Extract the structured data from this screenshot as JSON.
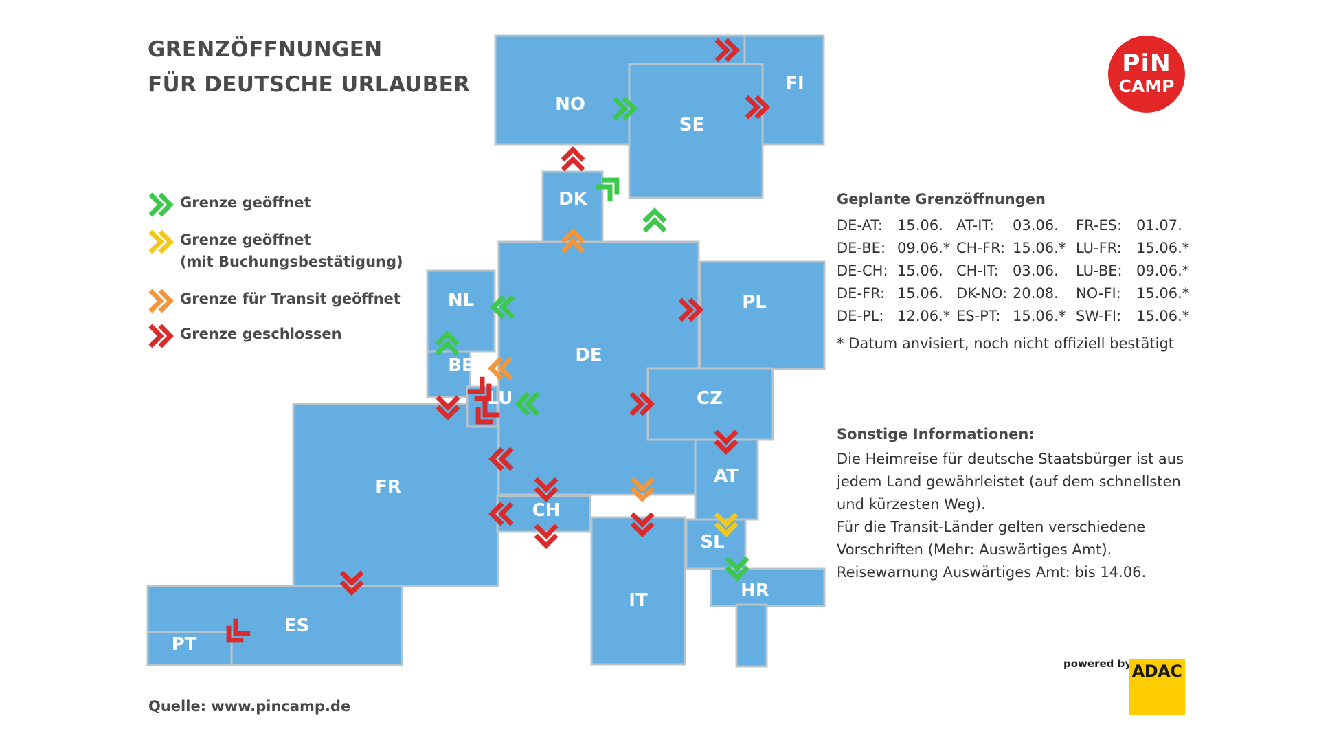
{
  "title": {
    "line1": "GRENZÖFFNUNGEN",
    "line2": "FÜR DEUTSCHE URLAUBER"
  },
  "colors": {
    "map_fill": "#65aee2",
    "map_stroke": "#b8c4cc",
    "open": "#3cc84a",
    "booking": "#f2c81a",
    "transit": "#f2963c",
    "closed": "#d92b2b"
  },
  "legend": [
    {
      "status": "open",
      "text": "Grenze geöffnet",
      "icon": "double-chevron-right-icon"
    },
    {
      "status": "booking",
      "text": "Grenze geöffnet",
      "text2": "(mit Buchungsbestätigung)",
      "icon": "double-chevron-right-icon"
    },
    {
      "status": "transit",
      "text": "Grenze für Transit geöffnet",
      "icon": "double-chevron-right-icon"
    },
    {
      "status": "closed",
      "text": "Grenze geschlossen",
      "icon": "double-chevron-right-icon"
    }
  ],
  "countries": [
    {
      "code": "NO",
      "label": "NO"
    },
    {
      "code": "SE",
      "label": "SE"
    },
    {
      "code": "FI",
      "label": "FI"
    },
    {
      "code": "DK",
      "label": "DK"
    },
    {
      "code": "NL",
      "label": "NL"
    },
    {
      "code": "DE",
      "label": "DE"
    },
    {
      "code": "PL",
      "label": "PL"
    },
    {
      "code": "BE",
      "label": "BE"
    },
    {
      "code": "LU",
      "label": "LU"
    },
    {
      "code": "CZ",
      "label": "CZ"
    },
    {
      "code": "FR",
      "label": "FR"
    },
    {
      "code": "AT",
      "label": "AT"
    },
    {
      "code": "CH",
      "label": "CH"
    },
    {
      "code": "SL",
      "label": "SL"
    },
    {
      "code": "HR",
      "label": "HR"
    },
    {
      "code": "IT",
      "label": "IT"
    },
    {
      "code": "ES",
      "label": "ES"
    },
    {
      "code": "PT",
      "label": "PT"
    }
  ],
  "borders": [
    {
      "from": "FI",
      "to": "NO",
      "status": "closed",
      "direction": "right"
    },
    {
      "from": "NO",
      "to": "SE",
      "status": "open",
      "direction": "right"
    },
    {
      "from": "SE",
      "to": "FI",
      "status": "closed",
      "direction": "right"
    },
    {
      "from": "DK",
      "to": "NO",
      "status": "closed",
      "direction": "up"
    },
    {
      "from": "DK",
      "to": "SE",
      "status": "open",
      "direction": "up-right"
    },
    {
      "from": "DE",
      "to": "SE",
      "status": "open",
      "direction": "up"
    },
    {
      "from": "DE",
      "to": "DK",
      "status": "transit",
      "direction": "up"
    },
    {
      "from": "DE",
      "to": "NL",
      "status": "open",
      "direction": "left"
    },
    {
      "from": "DE",
      "to": "PL",
      "status": "closed",
      "direction": "right"
    },
    {
      "from": "BE",
      "to": "NL",
      "status": "open",
      "direction": "up"
    },
    {
      "from": "DE",
      "to": "BE",
      "status": "transit",
      "direction": "left"
    },
    {
      "from": "BE",
      "to": "LU",
      "status": "closed",
      "direction": "down-right"
    },
    {
      "from": "BE",
      "to": "FR",
      "status": "closed",
      "direction": "down"
    },
    {
      "from": "DE",
      "to": "LU",
      "status": "open",
      "direction": "left"
    },
    {
      "from": "LU",
      "to": "FR",
      "status": "closed",
      "direction": "down-left"
    },
    {
      "from": "DE",
      "to": "CZ",
      "status": "closed",
      "direction": "right"
    },
    {
      "from": "CZ",
      "to": "AT",
      "status": "closed",
      "direction": "down"
    },
    {
      "from": "DE",
      "to": "FR",
      "status": "closed",
      "direction": "left"
    },
    {
      "from": "DE",
      "to": "CH",
      "status": "closed",
      "direction": "down"
    },
    {
      "from": "DE",
      "to": "AT",
      "status": "transit",
      "direction": "down"
    },
    {
      "from": "CH",
      "to": "FR",
      "status": "closed",
      "direction": "left"
    },
    {
      "from": "CH",
      "to": "IT",
      "status": "closed",
      "direction": "down"
    },
    {
      "from": "AT",
      "to": "IT",
      "status": "closed",
      "direction": "down"
    },
    {
      "from": "AT",
      "to": "SL",
      "status": "booking",
      "direction": "down"
    },
    {
      "from": "SL",
      "to": "HR",
      "status": "open",
      "direction": "down"
    },
    {
      "from": "FR",
      "to": "ES",
      "status": "closed",
      "direction": "down"
    },
    {
      "from": "ES",
      "to": "PT",
      "status": "closed",
      "direction": "down-left"
    }
  ],
  "planned": {
    "title": "Geplante Grenzöffnungen",
    "columns": [
      [
        {
          "code": "DE-AT:",
          "date": "15.06."
        },
        {
          "code": "DE-BE:",
          "date": "09.06.*"
        },
        {
          "code": "DE-CH:",
          "date": "15.06."
        },
        {
          "code": "DE-FR:",
          "date": "15.06."
        },
        {
          "code": "DE-PL:",
          "date": "12.06.*"
        }
      ],
      [
        {
          "code": "AT-IT:",
          "date": "03.06."
        },
        {
          "code": "CH-FR:",
          "date": "15.06.*"
        },
        {
          "code": "CH-IT:",
          "date": "03.06."
        },
        {
          "code": "DK-NO:",
          "date": "20.08."
        },
        {
          "code": "ES-PT:",
          "date": "15.06.*"
        }
      ],
      [
        {
          "code": "FR-ES:",
          "date": "01.07."
        },
        {
          "code": "LU-FR:",
          "date": "15.06.*"
        },
        {
          "code": "LU-BE:",
          "date": "09.06.*"
        },
        {
          "code": "NO-FI:",
          "date": "15.06.*"
        },
        {
          "code": "SW-FI:",
          "date": "15.06.*"
        }
      ]
    ],
    "footnote": "* Datum anvisiert, noch nicht offiziell bestätigt"
  },
  "info": {
    "title": "Sonstige Informationen:",
    "lines": [
      "Die Heimreise für deutsche Staatsbürger ist aus",
      "jedem Land gewährleistet (auf dem schnellsten",
      "und kürzesten Weg).",
      "Für die Transit-Länder gelten verschiedene",
      "Vorschriften (Mehr: Auswärtiges Amt).",
      "Reisewarnung Auswärtiges Amt: bis 14.06."
    ]
  },
  "source": "Quelle: www.pincamp.de",
  "logo": {
    "line1": "PiN",
    "line2": "CAMP"
  },
  "powered": {
    "text": "powered by",
    "brand": "ADAC"
  }
}
